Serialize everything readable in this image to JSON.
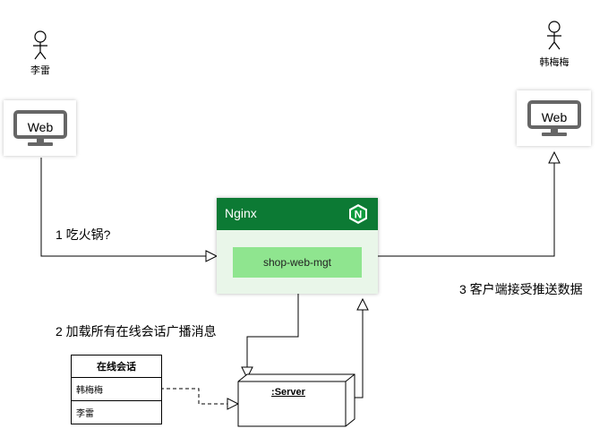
{
  "actors": {
    "left": {
      "name": "李雷"
    },
    "right": {
      "name": "韩梅梅"
    }
  },
  "web_nodes": {
    "left": {
      "label": "Web",
      "icon": "monitor-icon"
    },
    "right": {
      "label": "Web",
      "icon": "monitor-icon"
    }
  },
  "nginx": {
    "title": "Nginx",
    "logo_letter": "N",
    "service": "shop-web-mgt",
    "header_color": "#0c7a34",
    "body_color": "#e9f6e9",
    "service_color": "#8fe58f"
  },
  "edges": {
    "step1": "1 吃火锅?",
    "step2": "2 加载所有在线会话广播消息",
    "step3": "3 客户端接受推送数据"
  },
  "session_table": {
    "header": "在线会话",
    "rows": [
      "韩梅梅",
      "李雷"
    ]
  },
  "server": {
    "label": ":Server"
  }
}
